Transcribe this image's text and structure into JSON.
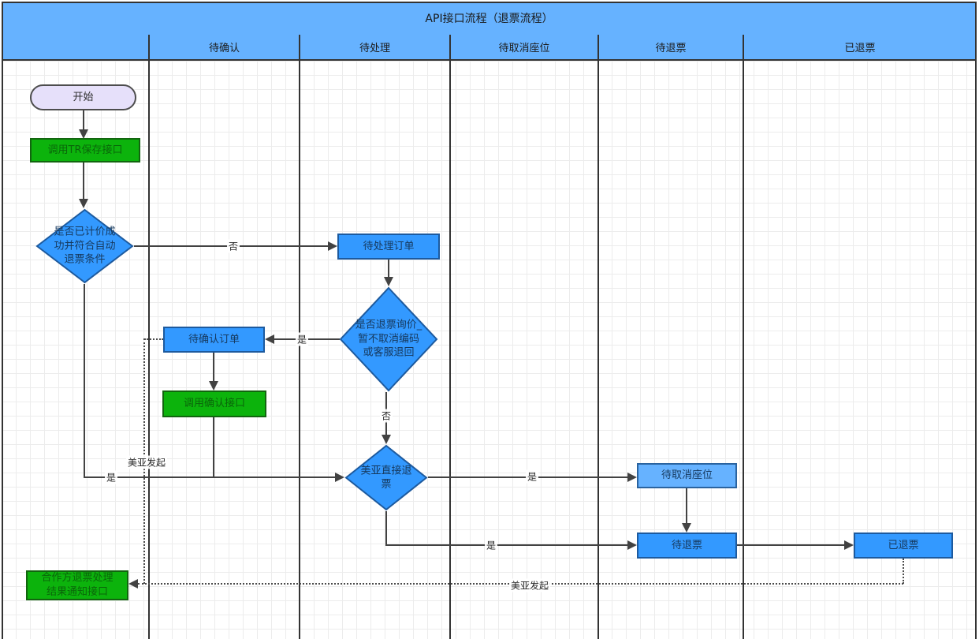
{
  "diagram": {
    "title": "API接口流程（退票流程）",
    "lanes": [
      "待确认",
      "待处理",
      "待取消座位",
      "待退票",
      "已退票"
    ]
  },
  "nodes": {
    "start": "开始",
    "call_tr_save": "调用TR保存接口",
    "decision_auto_refund": "是否已计价成功并符合自动退票条件",
    "pending_order": "待处理订单",
    "decision_inquiry": "是否退票询价_暂不取消编码或客服退回",
    "confirm_order": "待确认订单",
    "call_confirm": "调用确认接口",
    "decision_direct_refund": "美亚直接退票",
    "cancel_seat": "待取消座位",
    "pending_refund": "待退票",
    "refunded": "已退票",
    "partner_notify_api": "合作方退票处理结果通知接口"
  },
  "edge_labels": {
    "decision1_no": "否",
    "decision2_yes": "是",
    "decision2_no": "否",
    "decision1_yes": "是",
    "meiya_initiated_left": "美亚发起",
    "decision3_yes_seat": "是",
    "decision3_yes_refund": "是",
    "meiya_initiated_bottom": "美亚发起"
  },
  "colors": {
    "pool_header": "#66b2ff",
    "shape_blue": "#3399ff",
    "shape_blue_light": "#66b2ff",
    "shape_green": "#0cb30c",
    "terminator_fill": "#e6e0fa",
    "line": "#424242"
  }
}
